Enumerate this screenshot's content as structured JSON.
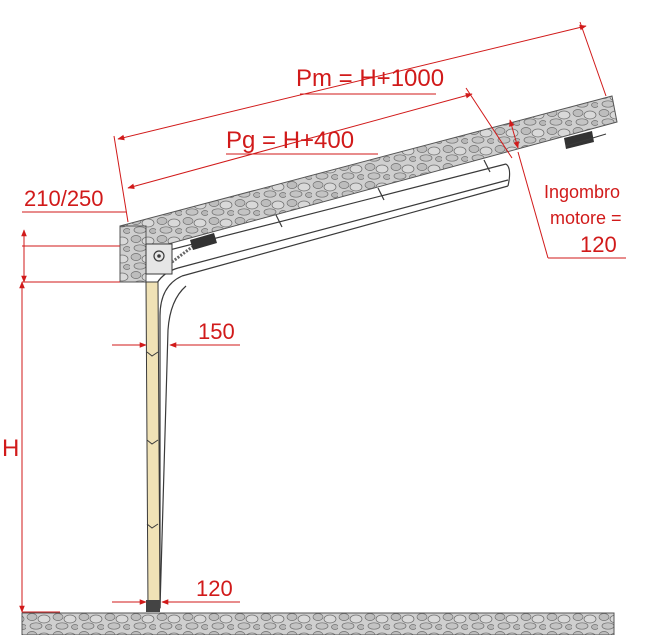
{
  "labels": {
    "pm": "Pm = H+1000",
    "pg": "Pg = H+400",
    "lintel": "210/250",
    "h": "H",
    "side_top": "150",
    "side_bottom": "120",
    "motor_line1": "Ingombro",
    "motor_line2": "motore =",
    "motor_value": "120"
  },
  "colors": {
    "dimension": "#d11a1a",
    "stone": "#c8c8c8",
    "stone_outline": "#6e6e6e",
    "panel": "#f0e2b6",
    "frame": "#3a3a3a",
    "motor": "#333333"
  }
}
